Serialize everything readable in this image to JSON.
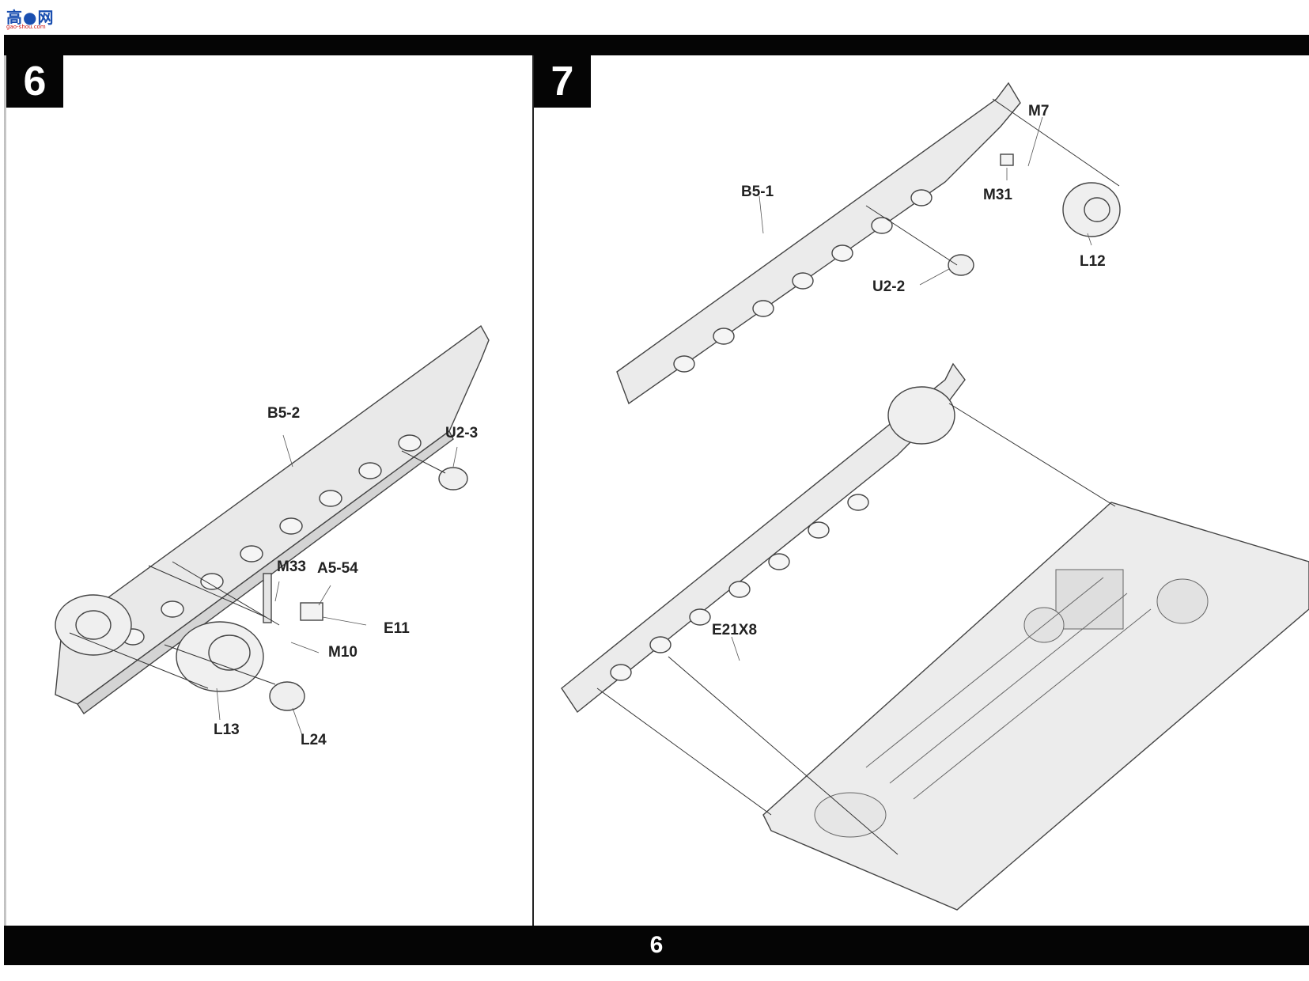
{
  "logo": {
    "text": "高●网",
    "subtext": "gao-shou.com"
  },
  "page_number": "6",
  "steps": [
    {
      "number": "6",
      "labels": {
        "b5_2": "B5-2",
        "u2_3": "U2-3",
        "m33": "M33",
        "a5_54": "A5-54",
        "e11": "E11",
        "m10": "M10",
        "l13": "L13",
        "l24": "L24"
      }
    },
    {
      "number": "7",
      "labels": {
        "m7": "M7",
        "b5_1": "B5-1",
        "m31": "M31",
        "l12": "L12",
        "u2_2": "U2-2",
        "e21x8": "E21X8"
      }
    }
  ],
  "colors": {
    "frame": "#050505",
    "line_art": "#555555",
    "panel_fill": "#e6e6e6"
  }
}
